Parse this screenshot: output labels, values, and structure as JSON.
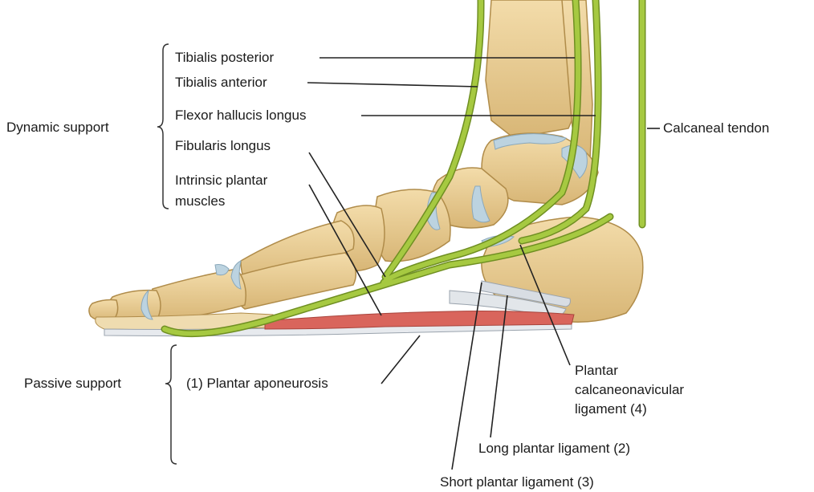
{
  "groups": {
    "dynamic": "Dynamic support",
    "passive": "Passive support"
  },
  "labels": {
    "tibialis_posterior": "Tibialis posterior",
    "tibialis_anterior": "Tibialis anterior",
    "flexor_hallucis_longus": "Flexor hallucis longus",
    "fibularis_longus": "Fibularis longus",
    "intrinsic_line1": "Intrinsic plantar",
    "intrinsic_line2": "muscles",
    "calcaneal_tendon": "Calcaneal tendon",
    "plantar_aponeurosis": "(1) Plantar aponeurosis",
    "calc_line1": "Plantar",
    "calc_line2": "calcaneonavicular",
    "calc_line3": "ligament (4)",
    "long_plantar": "Long plantar ligament (2)",
    "short_plantar": "Short plantar ligament (3)"
  },
  "colors": {
    "bone": "#e9cf95",
    "bone_shade": "#c9a565",
    "cartilage": "#bcd3e0",
    "tendon": "#9fc33f",
    "tendon_edge": "#6f8f22",
    "muscle": "#d9655c",
    "ligament": "#d8dde3",
    "leader": "#222222"
  }
}
